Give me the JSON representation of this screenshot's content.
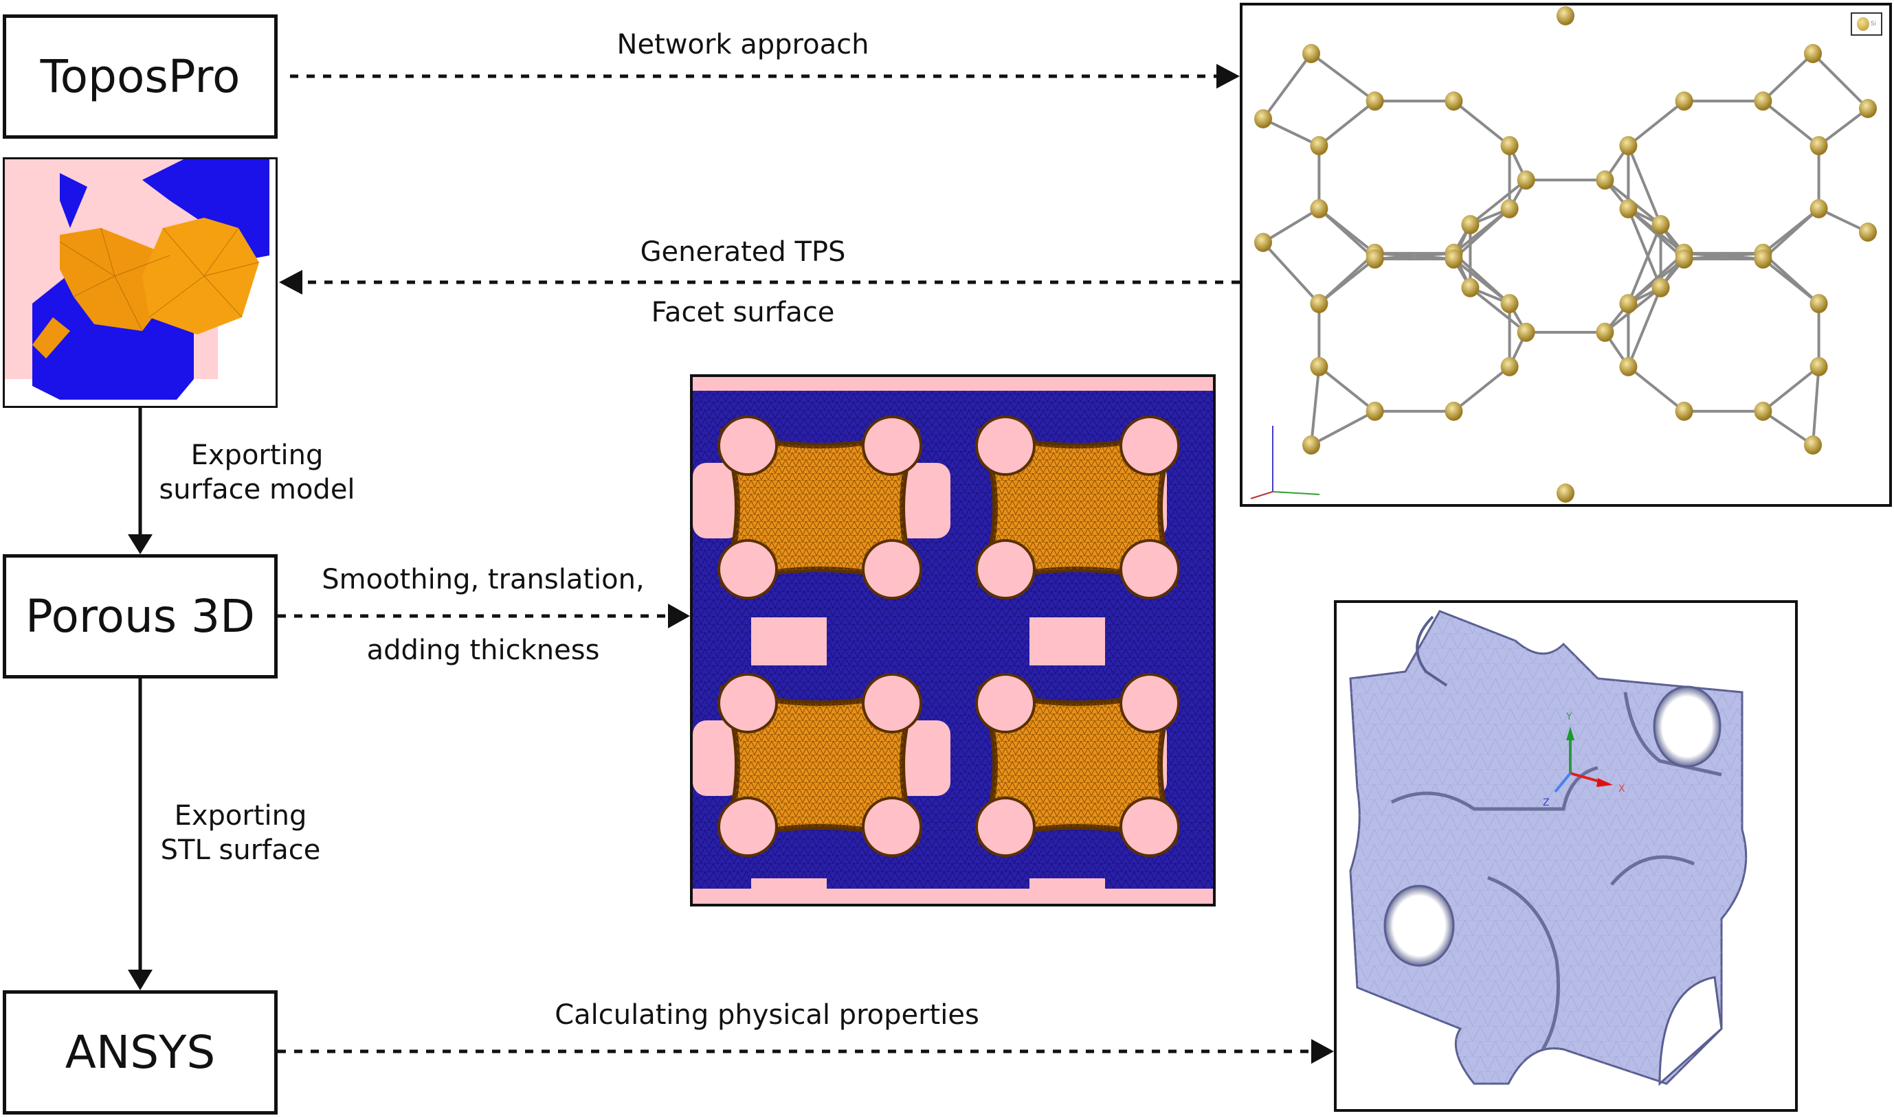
{
  "boxes": {
    "topospro": "ToposPro",
    "porous3d": "Porous 3D",
    "ansys": "ANSYS"
  },
  "arrows": {
    "network": "Network approach",
    "generated_tps": "Generated TPS",
    "facet_surface": "Facet surface",
    "exporting_surface_1": "Exporting",
    "exporting_surface_2": "surface model",
    "smoothing_1": "Smoothing, translation,",
    "smoothing_2": "adding thickness",
    "exporting_stl_1": "Exporting",
    "exporting_stl_2": "STL surface",
    "calculating": "Calculating physical properties"
  },
  "lattice_panel": {
    "legend": "Si"
  },
  "ansys_panel": {
    "axes": {
      "x": "X",
      "y": "Y",
      "z": "Z"
    }
  },
  "colors": {
    "atom": "#c8a640",
    "bond": "#8a8a8a",
    "mesh_blue": "#2a1fa8",
    "mesh_orange": "#e8901a",
    "mesh_pink": "#ffc0c8",
    "ansys_surface": "#b8bde8"
  }
}
